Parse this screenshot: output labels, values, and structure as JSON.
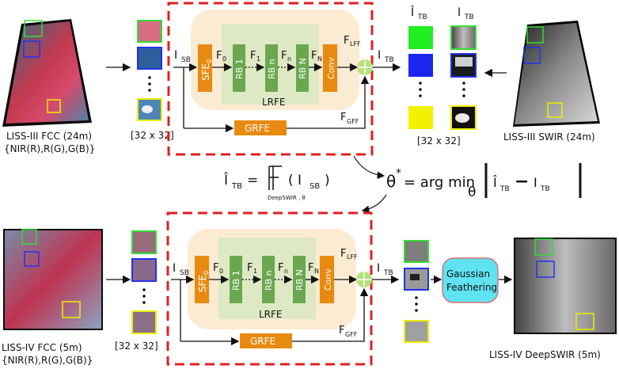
{
  "top": {
    "fcc_label": "LISS-III FCC (24m)",
    "fcc_bands": "{NIR(R),R(G),G(B)}",
    "swir_label": "LISS-III SWIR (24m)",
    "patch_size": "[32 x 32]",
    "patch_size_right": "[32 x 32]",
    "hat_tb": "Î",
    "tb": "I"
  },
  "network": {
    "input": "I",
    "input_sub": "SB",
    "sfe": "SFE",
    "sfe_sub": "0",
    "f0": "F",
    "f0_sub": "0",
    "f1": "F",
    "f1_sub": "1",
    "fn": "F",
    "fn_sub": "n",
    "fN": "F",
    "fN_sub": "N",
    "rb1": "RB 1",
    "rbn": "RB n",
    "rbN": "RB N",
    "conv": "Conv",
    "lrfe": "LRFE",
    "grfe": "GRFE",
    "flff": "F",
    "flff_sub": "LFF",
    "fgff": "F",
    "fgff_sub": "GFF",
    "output": "I",
    "output_sub": "TB"
  },
  "equations": {
    "lhs": "Î",
    "lhs_sub": "TB",
    "eq": "=",
    "func_sub": "DeepSWIR , θ",
    "arg_open": "( I",
    "arg_sub": "SB",
    "arg_close": ")",
    "theta": "θ",
    "star": "*",
    "argmin": "= arg min",
    "argmin_sub": "θ",
    "abs_a": "Î",
    "abs_a_sub": "TB",
    "minus": "−",
    "abs_b": "I",
    "abs_b_sub": "TB"
  },
  "bottom": {
    "fcc_label": "LISS-IV FCC (5m)",
    "fcc_bands": "{NIR(R),R(G),G(B)}",
    "patch_size": "[32 x 32]",
    "feathering": [
      "Gaussian",
      "Feathering"
    ],
    "output_label": "LISS-IV DeepSWIR (5m)"
  },
  "colors": {
    "outer_dash": "#e02020",
    "lrfe_bg": "#fcebd3",
    "rb_bg": "#dfe8c5",
    "orange": "#e88a10",
    "green": "#6aa84f",
    "sum": "#b7e07c",
    "feather": "#5fe3f2",
    "green_sq": "#22ee22",
    "blue_sq": "#1a26ee",
    "yellow_sq": "#f2f200"
  }
}
